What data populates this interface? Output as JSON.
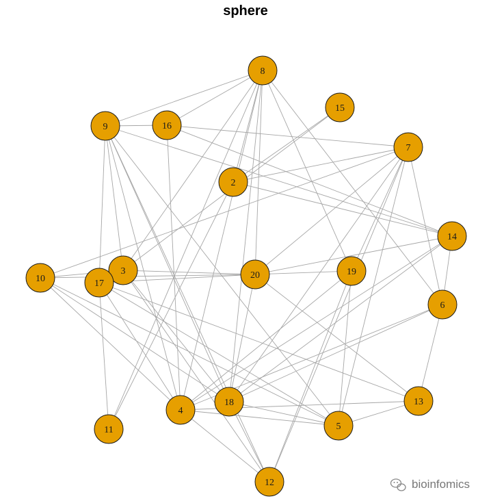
{
  "title": "sphere",
  "watermark": {
    "text": "bioinfomics",
    "icon": "wechat-icon"
  },
  "colors": {
    "vertex_fill": "#e69f00",
    "vertex_stroke": "#1a1a1a",
    "edge": "#a6a6a6",
    "background": "#ffffff"
  },
  "graph": {
    "layout": "sphere",
    "node_labels": [
      "2",
      "3",
      "4",
      "5",
      "6",
      "7",
      "8",
      "9",
      "10",
      "11",
      "12",
      "13",
      "14",
      "15",
      "16",
      "17",
      "18",
      "19",
      "20"
    ],
    "edges": [
      [
        "8",
        "9"
      ],
      [
        "8",
        "16"
      ],
      [
        "8",
        "2"
      ],
      [
        "8",
        "20"
      ],
      [
        "8",
        "18"
      ],
      [
        "8",
        "3"
      ],
      [
        "8",
        "4"
      ],
      [
        "8",
        "11"
      ],
      [
        "8",
        "19"
      ],
      [
        "8",
        "6"
      ],
      [
        "9",
        "16"
      ],
      [
        "9",
        "17"
      ],
      [
        "9",
        "3"
      ],
      [
        "9",
        "4"
      ],
      [
        "9",
        "18"
      ],
      [
        "9",
        "5"
      ],
      [
        "9",
        "12"
      ],
      [
        "9",
        "14"
      ],
      [
        "16",
        "7"
      ],
      [
        "16",
        "4"
      ],
      [
        "16",
        "14"
      ],
      [
        "15",
        "2"
      ],
      [
        "15",
        "3"
      ],
      [
        "7",
        "2"
      ],
      [
        "7",
        "10"
      ],
      [
        "7",
        "20"
      ],
      [
        "7",
        "19"
      ],
      [
        "7",
        "18"
      ],
      [
        "7",
        "5"
      ],
      [
        "7",
        "6"
      ],
      [
        "7",
        "12"
      ],
      [
        "2",
        "14"
      ],
      [
        "2",
        "11"
      ],
      [
        "14",
        "20"
      ],
      [
        "14",
        "4"
      ],
      [
        "14",
        "18"
      ],
      [
        "14",
        "6"
      ],
      [
        "10",
        "3"
      ],
      [
        "10",
        "20"
      ],
      [
        "10",
        "18"
      ],
      [
        "10",
        "4"
      ],
      [
        "10",
        "5"
      ],
      [
        "17",
        "20"
      ],
      [
        "17",
        "11"
      ],
      [
        "17",
        "4"
      ],
      [
        "17",
        "13"
      ],
      [
        "17",
        "5"
      ],
      [
        "3",
        "20"
      ],
      [
        "3",
        "18"
      ],
      [
        "3",
        "12"
      ],
      [
        "20",
        "19"
      ],
      [
        "20",
        "18"
      ],
      [
        "20",
        "13"
      ],
      [
        "19",
        "5"
      ],
      [
        "19",
        "4"
      ],
      [
        "19",
        "12"
      ],
      [
        "6",
        "13"
      ],
      [
        "6",
        "18"
      ],
      [
        "6",
        "4"
      ],
      [
        "13",
        "5"
      ],
      [
        "13",
        "4"
      ],
      [
        "18",
        "5"
      ],
      [
        "18",
        "12"
      ],
      [
        "4",
        "12"
      ],
      [
        "4",
        "5"
      ]
    ]
  }
}
